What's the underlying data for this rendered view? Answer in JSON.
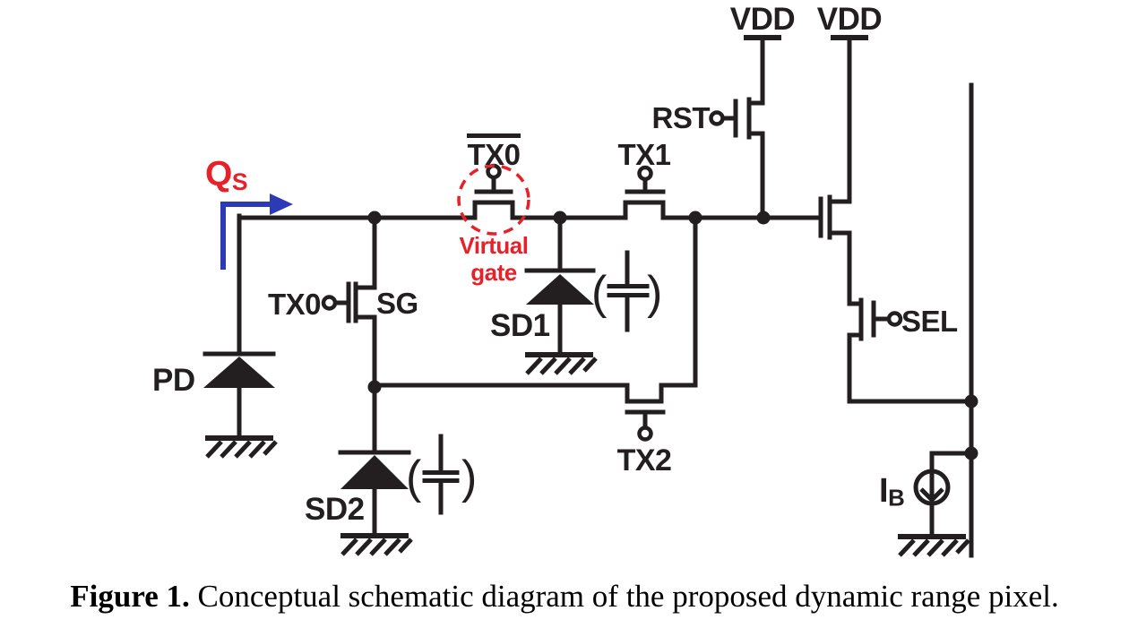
{
  "colors": {
    "ink": "#231f20",
    "red": "#e62129",
    "blue": "#2c3ab5",
    "background": "#ffffff"
  },
  "labels": {
    "vdd_left": "VDD",
    "vdd_right": "VDD",
    "rst": "RST",
    "tx1": "TX1",
    "tx0_bar": "TX0",
    "virtual_gate_line1": "Virtual",
    "virtual_gate_line2": "gate",
    "charge": {
      "main": "Q",
      "sub": "S"
    },
    "sg_gate": "TX0",
    "sg": "SG",
    "pd": "PD",
    "sd1": "SD1",
    "sd2": "SD2",
    "tx2": "TX2",
    "sel": "SEL",
    "bias": {
      "main": "I",
      "sub": "B"
    },
    "cap_open": "(",
    "cap_close": ")"
  },
  "caption": {
    "label": "Figure 1.",
    "text": "Conceptual schematic diagram of the proposed dynamic range pixel."
  }
}
